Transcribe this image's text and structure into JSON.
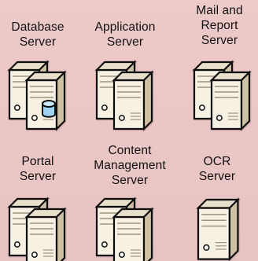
{
  "diagram": {
    "servers": [
      {
        "label": "Database\nServer",
        "icon": "server-pair-with-database-icon"
      },
      {
        "label": "Application\nServer",
        "icon": "server-pair-icon"
      },
      {
        "label": "Mail and\nReport\nServer",
        "icon": "server-pair-icon"
      },
      {
        "label": "Portal\nServer",
        "icon": "server-pair-icon"
      },
      {
        "label": "Content\nManagement\nServer",
        "icon": "server-pair-icon"
      },
      {
        "label": "OCR\nServer",
        "icon": "single-server-icon"
      }
    ],
    "colors": {
      "background": "#ebc7c5",
      "server_light": "#f6f1e3",
      "server_mid": "#e7dfca",
      "server_dark": "#cfc2a4",
      "outline": "#111111",
      "database": "#9fd3f2"
    }
  }
}
